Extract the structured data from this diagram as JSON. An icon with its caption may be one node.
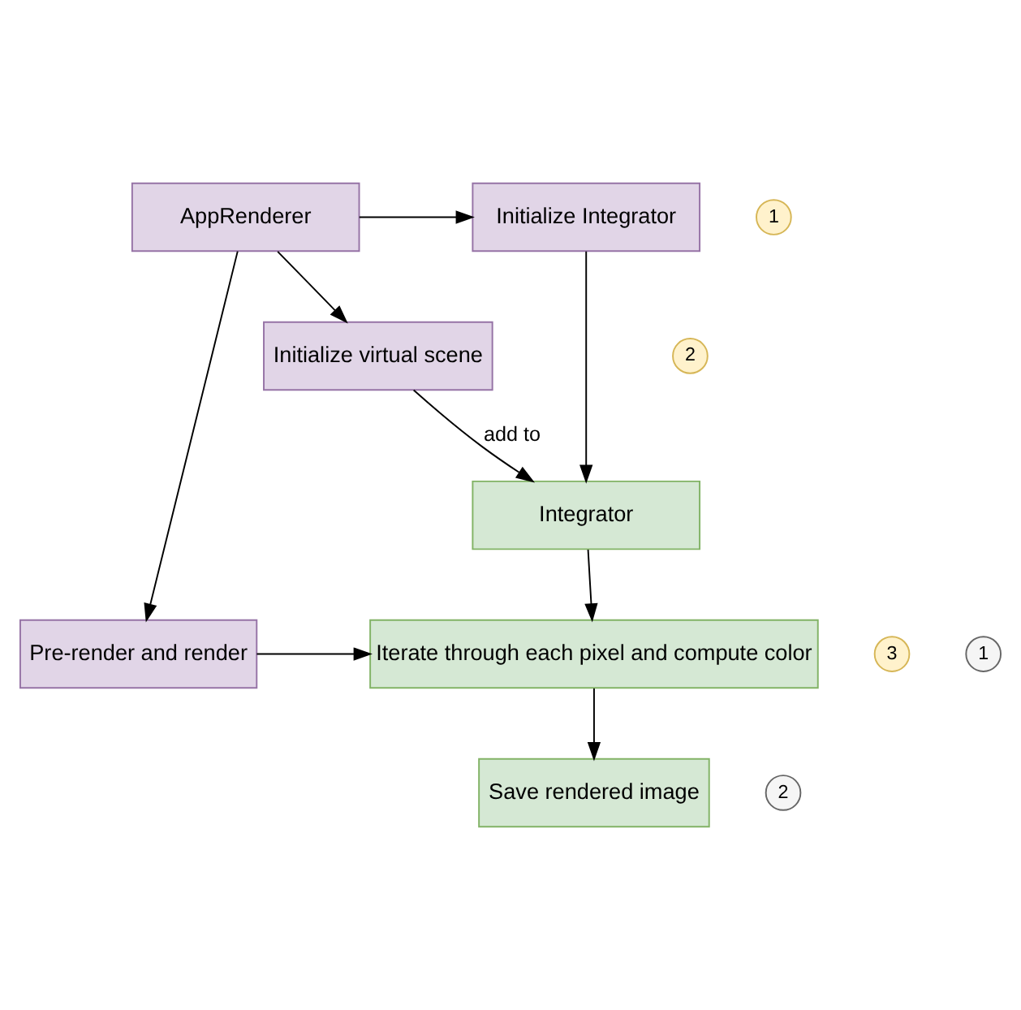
{
  "diagram": {
    "nodes": [
      {
        "text": [
          "AppRenderer"
        ]
      },
      {
        "text": [
          "1"
        ]
      },
      {
        "text": [
          "Initialize Integrator"
        ]
      },
      {
        "text": [
          "2"
        ]
      },
      {
        "text": [
          "Initialize virtual scene"
        ]
      },
      {
        "text": [
          "Integrator"
        ]
      },
      {
        "text": [
          "3"
        ]
      },
      {
        "text": [
          "Pre-render and render"
        ]
      },
      {
        "text": [
          "1"
        ]
      },
      {
        "text": [
          "Iterate through each pixel and compute color"
        ]
      },
      {
        "text": [
          "2"
        ]
      },
      {
        "text": [
          "Save rendered image"
        ]
      }
    ],
    "edges": [
      {
        "from": 0,
        "to": 2,
        "arrow": "to"
      },
      {
        "from": 0,
        "to": 4,
        "arrow": "to"
      },
      {
        "from": 2,
        "to": 5,
        "arrow": "to"
      },
      {
        "from": 4,
        "to": 5,
        "arrow": "to",
        "label": "add to"
      },
      {
        "from": 0,
        "to": 7,
        "arrow": "to"
      },
      {
        "from": 5,
        "to": 9,
        "arrow": "to"
      },
      {
        "from": 7,
        "to": 9,
        "arrow": "to"
      },
      {
        "from": 9,
        "to": 11,
        "arrow": "to"
      }
    ]
  }
}
